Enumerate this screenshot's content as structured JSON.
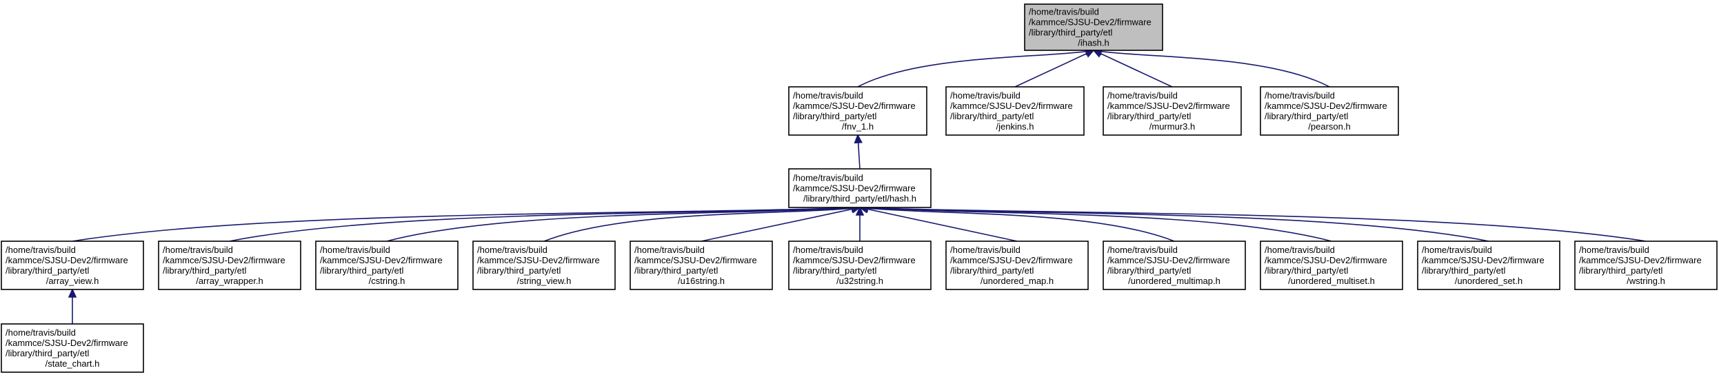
{
  "colors": {
    "root_fill": "#bfbfbf",
    "node_fill": "#ffffff",
    "node_border": "#000000",
    "edge": "#191970"
  },
  "nodes": {
    "ihash": [
      "/home/travis/build",
      "/kammce/SJSU-Dev2/firmware",
      "/library/third_party/etl",
      "/ihash.h"
    ],
    "fnv_1": [
      "/home/travis/build",
      "/kammce/SJSU-Dev2/firmware",
      "/library/third_party/etl",
      "/fnv_1.h"
    ],
    "jenkins": [
      "/home/travis/build",
      "/kammce/SJSU-Dev2/firmware",
      "/library/third_party/etl",
      "/jenkins.h"
    ],
    "murmur3": [
      "/home/travis/build",
      "/kammce/SJSU-Dev2/firmware",
      "/library/third_party/etl",
      "/murmur3.h"
    ],
    "pearson": [
      "/home/travis/build",
      "/kammce/SJSU-Dev2/firmware",
      "/library/third_party/etl",
      "/pearson.h"
    ],
    "hash": [
      "/home/travis/build",
      "/kammce/SJSU-Dev2/firmware",
      "/library/third_party/etl/hash.h"
    ],
    "array_view": [
      "/home/travis/build",
      "/kammce/SJSU-Dev2/firmware",
      "/library/third_party/etl",
      "/array_view.h"
    ],
    "array_wrapper": [
      "/home/travis/build",
      "/kammce/SJSU-Dev2/firmware",
      "/library/third_party/etl",
      "/array_wrapper.h"
    ],
    "cstring": [
      "/home/travis/build",
      "/kammce/SJSU-Dev2/firmware",
      "/library/third_party/etl",
      "/cstring.h"
    ],
    "string_view": [
      "/home/travis/build",
      "/kammce/SJSU-Dev2/firmware",
      "/library/third_party/etl",
      "/string_view.h"
    ],
    "u16string": [
      "/home/travis/build",
      "/kammce/SJSU-Dev2/firmware",
      "/library/third_party/etl",
      "/u16string.h"
    ],
    "u32string": [
      "/home/travis/build",
      "/kammce/SJSU-Dev2/firmware",
      "/library/third_party/etl",
      "/u32string.h"
    ],
    "unordered_map": [
      "/home/travis/build",
      "/kammce/SJSU-Dev2/firmware",
      "/library/third_party/etl",
      "/unordered_map.h"
    ],
    "unordered_multimap": [
      "/home/travis/build",
      "/kammce/SJSU-Dev2/firmware",
      "/library/third_party/etl",
      "/unordered_multimap.h"
    ],
    "unordered_multiset": [
      "/home/travis/build",
      "/kammce/SJSU-Dev2/firmware",
      "/library/third_party/etl",
      "/unordered_multiset.h"
    ],
    "unordered_set": [
      "/home/travis/build",
      "/kammce/SJSU-Dev2/firmware",
      "/library/third_party/etl",
      "/unordered_set.h"
    ],
    "wstring": [
      "/home/travis/build",
      "/kammce/SJSU-Dev2/firmware",
      "/library/third_party/etl",
      "/wstring.h"
    ],
    "state_chart": [
      "/home/travis/build",
      "/kammce/SJSU-Dev2/firmware",
      "/library/third_party/etl",
      "/state_chart.h"
    ]
  },
  "edges": [
    [
      "fnv_1",
      "ihash"
    ],
    [
      "jenkins",
      "ihash"
    ],
    [
      "murmur3",
      "ihash"
    ],
    [
      "pearson",
      "ihash"
    ],
    [
      "hash",
      "fnv_1"
    ],
    [
      "array_view",
      "hash"
    ],
    [
      "array_wrapper",
      "hash"
    ],
    [
      "cstring",
      "hash"
    ],
    [
      "string_view",
      "hash"
    ],
    [
      "u16string",
      "hash"
    ],
    [
      "u32string",
      "hash"
    ],
    [
      "unordered_map",
      "hash"
    ],
    [
      "unordered_multimap",
      "hash"
    ],
    [
      "unordered_multiset",
      "hash"
    ],
    [
      "unordered_set",
      "hash"
    ],
    [
      "wstring",
      "hash"
    ],
    [
      "state_chart",
      "array_view"
    ]
  ]
}
